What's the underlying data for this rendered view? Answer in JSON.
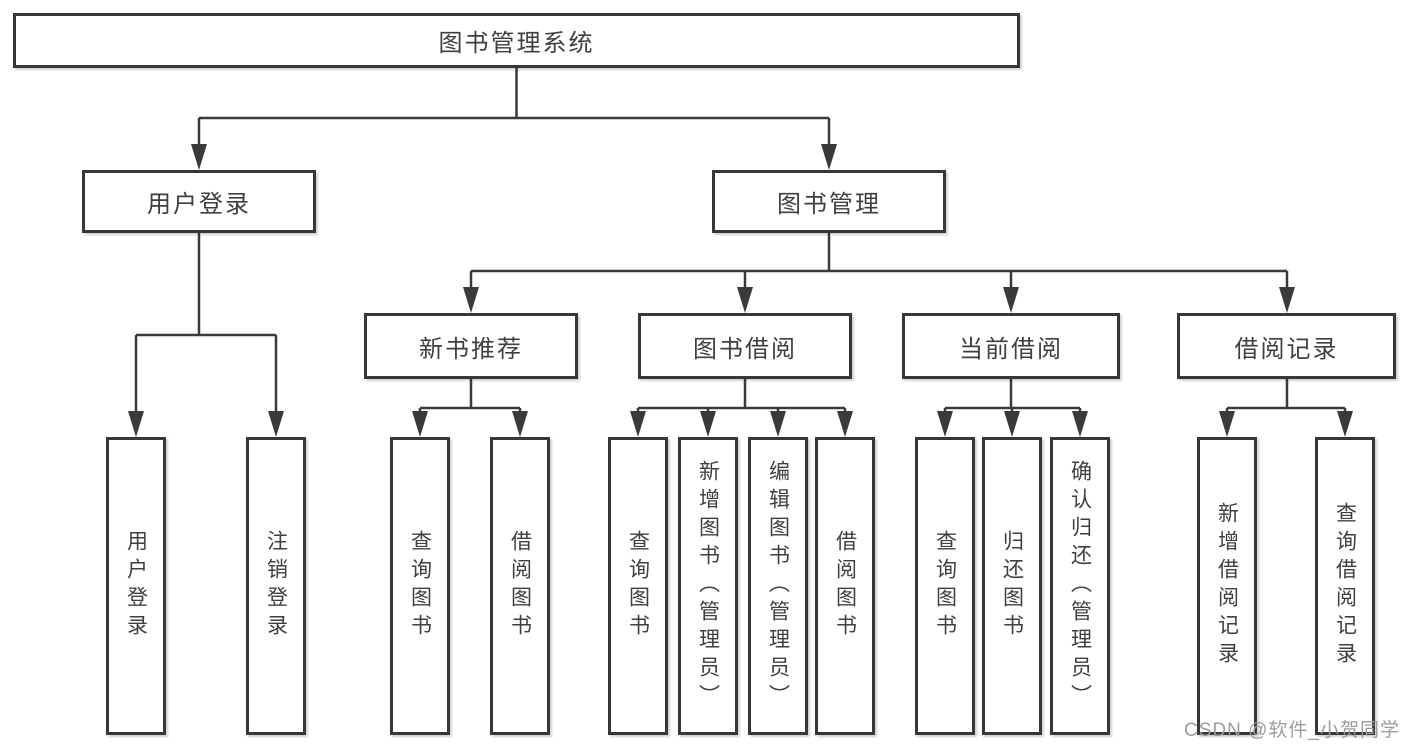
{
  "colors": {
    "background": "#ffffff",
    "line": "#3a3a3a",
    "box_border": "#373737",
    "text": "#3f3f3f",
    "watermark": "#9c9c9c"
  },
  "diagram": {
    "root": {
      "label": "图书管理系统"
    },
    "branches": [
      {
        "label": "用户登录",
        "leaves": [
          {
            "label": "用户登录"
          },
          {
            "label": "注销登录"
          }
        ]
      },
      {
        "label": "图书管理",
        "groups": [
          {
            "label": "新书推荐",
            "leaves": [
              {
                "label": "查询图书"
              },
              {
                "label": "借阅图书"
              }
            ]
          },
          {
            "label": "图书借阅",
            "leaves": [
              {
                "label": "查询图书"
              },
              {
                "label": "新增图书（管理员）"
              },
              {
                "label": "编辑图书（管理员）"
              },
              {
                "label": "借阅图书"
              }
            ]
          },
          {
            "label": "当前借阅",
            "leaves": [
              {
                "label": "查询图书"
              },
              {
                "label": "归还图书"
              },
              {
                "label": "确认归还（管理员）"
              }
            ]
          },
          {
            "label": "借阅记录",
            "leaves": [
              {
                "label": "新增借阅记录"
              },
              {
                "label": "查询借阅记录"
              }
            ]
          }
        ]
      }
    ]
  },
  "watermark": {
    "text": "CSDN @软件_小贺同学"
  }
}
